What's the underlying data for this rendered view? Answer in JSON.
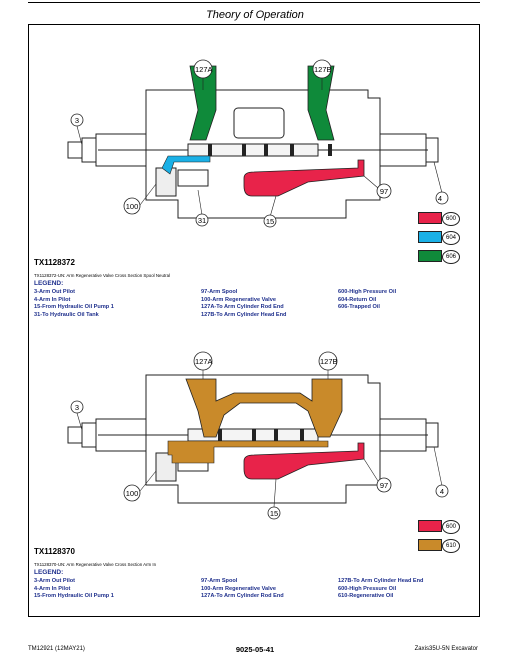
{
  "header": {
    "section_title": "Theory of Operation"
  },
  "colors": {
    "high_pressure": "#e8234a",
    "return": "#1ab0e6",
    "trapped": "#0f8a3a",
    "regenerative": "#c98a2a",
    "body": "#ffffff",
    "outline": "#222222"
  },
  "figures": [
    {
      "id": "TX1128372",
      "caption": "TX1128372-UN: Arm Regenerative Valve Cross Section Spool Neutral",
      "legend_title": "LEGEND:",
      "callouts": [
        "127A",
        "127B",
        "3",
        "4",
        "97",
        "100",
        "31",
        "15"
      ],
      "swatches": [
        {
          "code": "600",
          "color": "#e8234a"
        },
        {
          "code": "604",
          "color": "#1ab0e6"
        },
        {
          "code": "606",
          "color": "#0f8a3a"
        }
      ],
      "legend_columns": [
        [
          "3-Arm Out Pilot",
          "4-Arm In Pilot",
          "15-From Hydraulic Oil Pump 1",
          "31-To Hydraulic Oil Tank"
        ],
        [
          "97-Arm Spool",
          "100-Arm Regenerative Valve",
          "127A-To Arm Cylinder Rod End",
          "127B-To Arm Cylinder Head End"
        ],
        [
          "600-High Pressure Oil",
          "604-Return Oil",
          "606-Trapped Oil"
        ]
      ]
    },
    {
      "id": "TX1128370",
      "caption": "TX1128370-UN: Arm Regenerative Valve Cross Section Arm In",
      "legend_title": "LEGEND:",
      "callouts": [
        "127A",
        "127B",
        "3",
        "4",
        "97",
        "100",
        "15"
      ],
      "swatches": [
        {
          "code": "600",
          "color": "#e8234a"
        },
        {
          "code": "610",
          "color": "#c98a2a"
        }
      ],
      "legend_columns": [
        [
          "3-Arm Out Pilot",
          "4-Arm In Pilot",
          "15-From Hydraulic Oil Pump 1"
        ],
        [
          "97-Arm Spool",
          "100-Arm Regenerative Valve",
          "127A-To Arm Cylinder Rod End"
        ],
        [
          "127B-To Arm Cylinder Head End",
          "600-High Pressure Oil",
          "610-Regenerative Oil"
        ]
      ]
    }
  ],
  "footer": {
    "left": "TM12921 (12MAY21)",
    "center": "9025-05-41",
    "right": "Zaxis35U-5N Excavator"
  }
}
